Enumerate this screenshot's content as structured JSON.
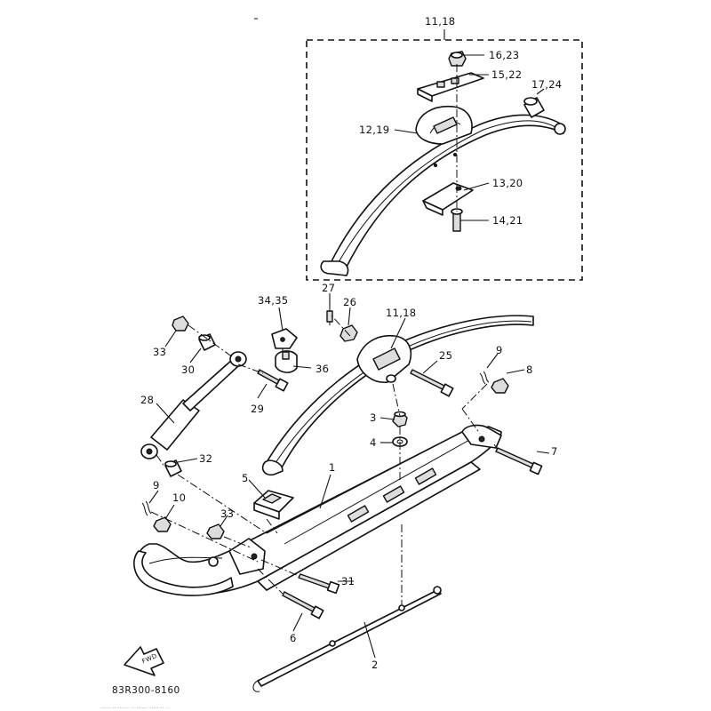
{
  "diagram": {
    "drawing_code": "83R300-8160",
    "footer_note": "····· ·· ······ ·· ······ ····· ·· ··",
    "callouts": {
      "assembly_upper": "11,18",
      "assembly_lower": "11,18",
      "nut_16_23": "16,23",
      "clamp_15_22": "15,22",
      "collar_17_24": "17,24",
      "bracket_12_19": "12,19",
      "plate_13_20": "13,20",
      "bolt_14_21": "14,21",
      "grease_27": "27",
      "nut_26": "26",
      "bracket_34_35": "34,35",
      "nut_33_top": "33",
      "collar_30": "30",
      "damper_36": "36",
      "bolt_25": "25",
      "pin_9_right": "9",
      "nut_8": "8",
      "shock_28": "28",
      "bolt_29": "29",
      "nut_3": "3",
      "washer_4": "4",
      "bolt_7": "7",
      "collar_32": "32",
      "ski_1": "1",
      "clip_5": "5",
      "pin_9_left": "9",
      "nut_10": "10",
      "nut_33_bottom": "33",
      "bolt_31": "31",
      "bolt_6": "6",
      "runner_2": "2"
    },
    "front_arrow": "FWD"
  }
}
